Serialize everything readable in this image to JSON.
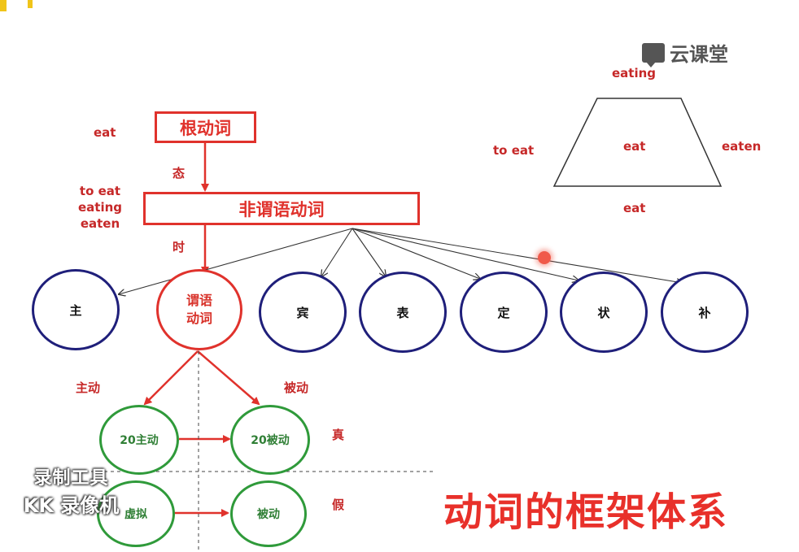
{
  "watermark": {
    "brand_text": "云课堂",
    "recorder_line1": "录制工具",
    "recorder_line2": "KK 录像机"
  },
  "diagram": {
    "root_label": "根动词",
    "root_side_label": "eat",
    "arrow1_label": "态",
    "nonfinite_label": "非谓语动词",
    "nonfinite_side_labels": [
      "to eat",
      "eating",
      "eaten"
    ],
    "arrow2_label": "时",
    "sentence_components": [
      "主",
      "谓语动词",
      "宾",
      "表",
      "定",
      "状",
      "补"
    ],
    "predicate_line1": "谓语",
    "predicate_line2": "动词",
    "active_label": "主动",
    "passive_label": "被动",
    "active_20": "20主动",
    "passive_20": "20被动",
    "subjunctive_active": "虚拟",
    "subjunctive_passive": "被动",
    "real_label": "真",
    "fake_label": "假"
  },
  "trapezoid": {
    "top": "eating",
    "center": "eat",
    "left": "to eat",
    "right": "eaten",
    "bottom": "eat"
  },
  "page_title": "动词的框架体系",
  "colors": {
    "red": "#e0322c",
    "navy": "#1f1f7a",
    "green": "#2f9a3a",
    "title_red": "#e8302a"
  }
}
